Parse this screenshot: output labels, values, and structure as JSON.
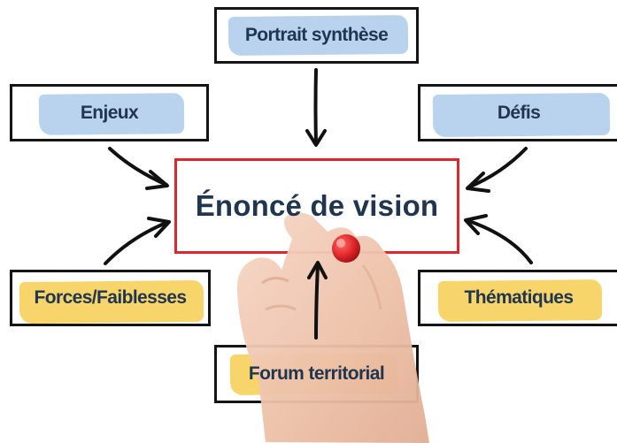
{
  "center": {
    "title": "Énoncé de vision",
    "border_color": "#e0262c"
  },
  "nodes": {
    "portrait": {
      "label": "Portrait synthèse",
      "highlight": "#b9d3ef"
    },
    "enjeux": {
      "label": "Enjeux",
      "highlight": "#b9d3ef"
    },
    "defis": {
      "label": "Défis",
      "highlight": "#b9d3ef"
    },
    "forces": {
      "label": "Forces/Faiblesses",
      "highlight": "#f7d56a"
    },
    "thematiques": {
      "label": "Thématiques",
      "highlight": "#f7d56a"
    },
    "forum": {
      "label": "Forum territorial",
      "highlight": "#f7d56a"
    }
  },
  "colors": {
    "text": "#1f3550",
    "box_border": "#141414",
    "arrow": "#111111"
  },
  "icons": {
    "hand": "hand-holding-marker-icon"
  }
}
